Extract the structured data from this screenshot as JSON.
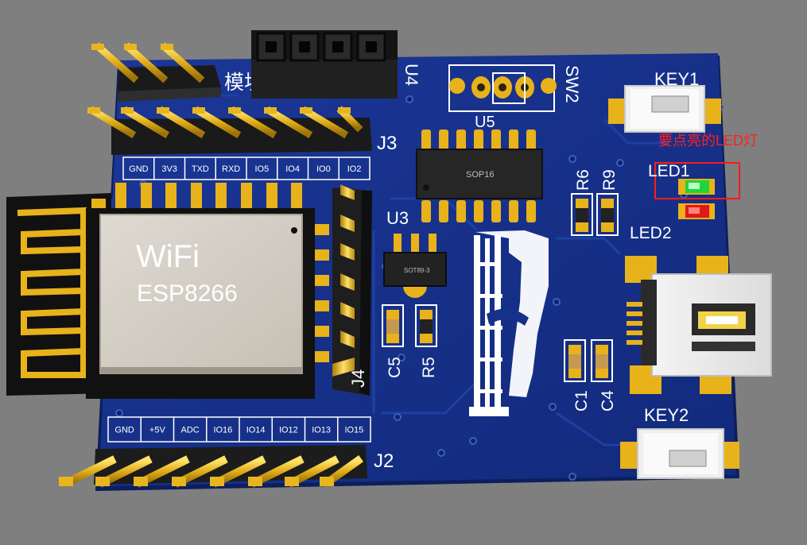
{
  "board": {
    "module_text": "模块",
    "wifi_label": "WiFi",
    "chip_label": "ESP8266",
    "sop16_label": "SOP16",
    "sot_label": "SOT89-3"
  },
  "designators": {
    "u4": "U4",
    "sw2": "SW2",
    "key1": "KEY1",
    "key2": "KEY2",
    "u5": "U5",
    "j3": "J3",
    "u3": "U3",
    "led1": "LED1",
    "led2": "LED2",
    "r6": "R6",
    "r9": "R9",
    "c5": "C5",
    "r5": "R5",
    "c1": "C1",
    "c4": "C4",
    "j4": "J4",
    "j2": "J2"
  },
  "j3_pins": [
    "GND",
    "3V3",
    "TXD",
    "RXD",
    "IO5",
    "IO4",
    "IO0",
    "IO2"
  ],
  "j2_pins": [
    "GND",
    "+5V",
    "ADC",
    "IO16",
    "IO14",
    "IO12",
    "IO13",
    "IO15"
  ],
  "annotation": {
    "text": "要点亮的LED灯",
    "color": "#ff2020"
  },
  "colors": {
    "background": "#7f7f7f",
    "pcb": "#16318a",
    "silkscreen": "#ffffff",
    "gold": "#d8a514",
    "led_green": "#1fd63a",
    "led_red": "#e01818"
  }
}
